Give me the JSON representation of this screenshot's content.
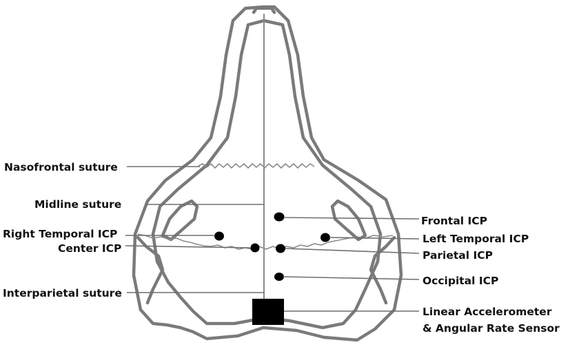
{
  "labels": {
    "nasofrontal": "Nasofrontal suture",
    "midline": "Midline suture",
    "right_temporal": "Right Temporal ICP",
    "center": "Center ICP",
    "interparietal": "Interparietal suture",
    "frontal": "Frontal ICP",
    "left_temporal": "Left Temporal ICP",
    "parietal": "Parietal ICP",
    "occipital": "Occipital ICP",
    "sensor_line1": "Linear Accelerometer",
    "sensor_line2": "& Angular Rate Sensor"
  },
  "colors": {
    "outline": "#7a7a7a",
    "marker": "#000000",
    "text": "#111111"
  }
}
